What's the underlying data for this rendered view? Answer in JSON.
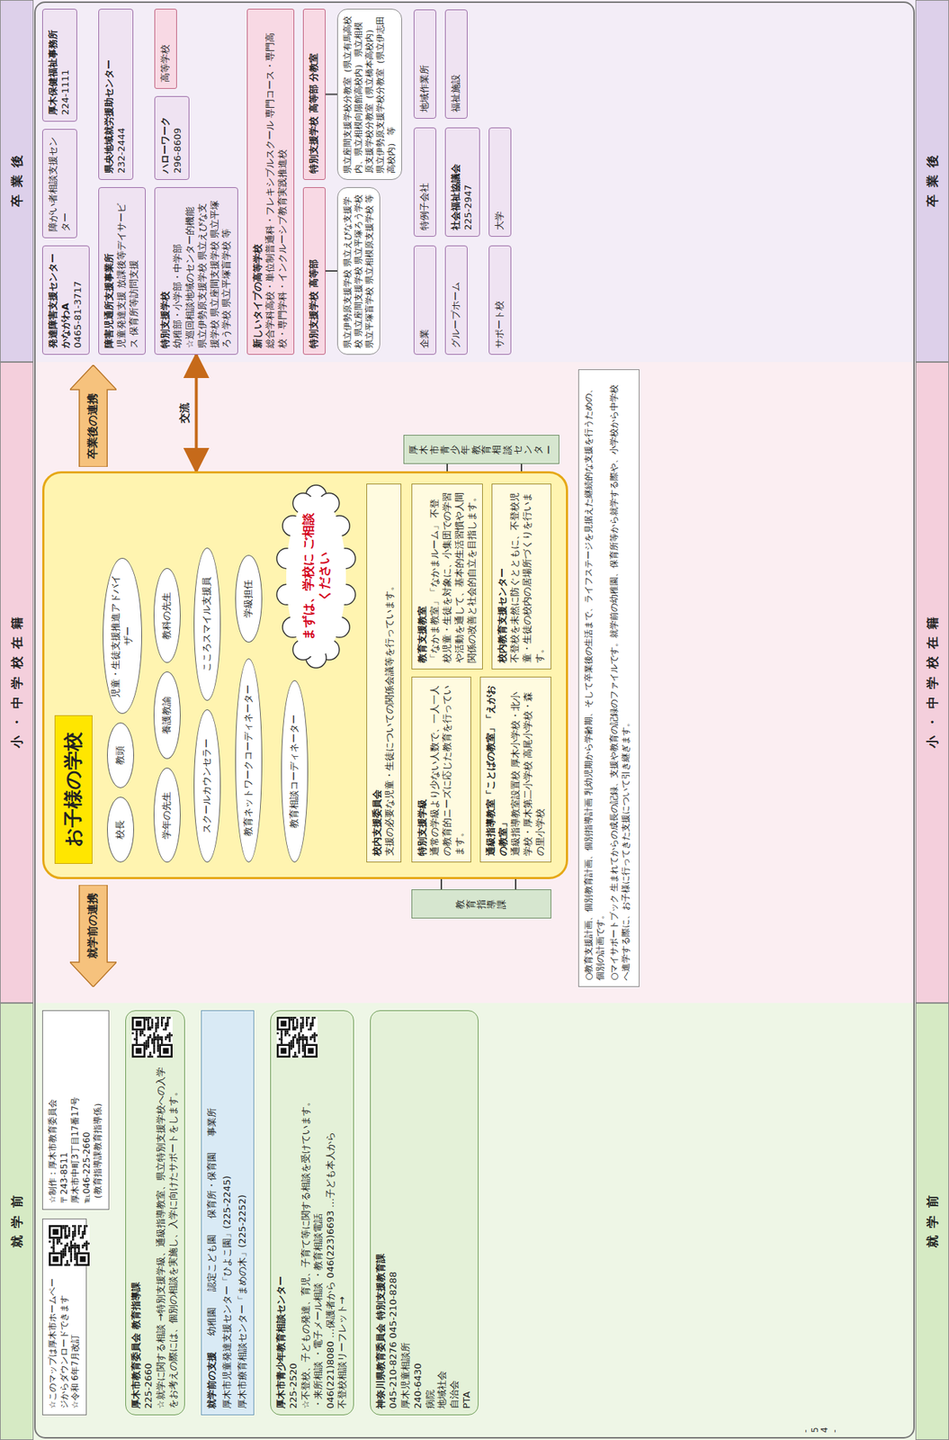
{
  "diagram": {
    "nodes": [
      {
        "text": [
          "就学前"
        ]
      },
      {
        "text": [
          "小・中学校在籍"
        ]
      },
      {
        "text": [
          "卒業後"
        ]
      },
      {
        "text": [
          "就学前"
        ]
      },
      {
        "text": [
          "小・中学校在籍"
        ]
      },
      {
        "text": [
          "卒業後"
        ]
      },
      {
        "text": [
          "発達障害支援センターかながわA",
          "0465-81-3717"
        ]
      },
      {
        "text": [
          "障がい者相談支援センター"
        ]
      },
      {
        "text": [
          "厚木保健福祉事務所",
          "224-1111"
        ]
      },
      {
        "text": [
          "特別支援学校",
          "幼稚部・小学部・中学部",
          "☆巡回相談地域のセンター的機能",
          "県立伊勢原支援学校 県立えびな支援学校 県立座間支援学校 県立平塚ろう学校 県立平塚盲学校 等"
        ]
      },
      {
        "text": [
          "障害児通所支援事業所",
          "児童発達支援 放課後等デイサービス 保育所等訪問支援"
        ]
      },
      {
        "text": [
          "新しいタイプの高等学校",
          "総合学科高校・単位制普通科・フレキシブルスクール 専門コース・専門高校・専門学科・インクルーシブ教育実践推進校"
        ]
      },
      {
        "text": [
          "高等学校"
        ]
      },
      {
        "text": [
          "県央地域就労援助センター",
          "232-2444"
        ]
      },
      {
        "text": [
          "ハローワーク",
          "296-8609"
        ]
      },
      {
        "text": [
          "特別支援学校 高等部"
        ]
      },
      {
        "text": [
          "県立伊勢原支援学校 県立えびな支援学校 県立座間支援学校 県立平塚ろう学校 県立平塚盲学校 県立相模原支援学校 等"
        ]
      },
      {
        "text": [
          "特別支援学校 高等部 分教室"
        ]
      },
      {
        "text": [
          "県立座間支援学校分教室（県立有馬高校内、県立相模向陽館高校内） 県立相模原支援学校分教室（県立橋本高校内） 県立伊勢原支援学校分教室（県立伊志田高校内） 等"
        ]
      },
      {
        "text": [
          "企業"
        ]
      },
      {
        "text": [
          "特例子会社"
        ]
      },
      {
        "text": [
          "地域作業所"
        ]
      },
      {
        "text": [
          "グループホーム"
        ]
      },
      {
        "text": [
          "社会福祉協議会",
          "225-2947"
        ]
      },
      {
        "text": [
          "福祉施設"
        ]
      },
      {
        "text": [
          "サポート校"
        ]
      },
      {
        "text": [
          "大学"
        ]
      },
      {
        "text": [
          "お子様の学校"
        ]
      },
      {
        "text": [
          "校長"
        ],
        "in": 27
      },
      {
        "text": [
          "教頭"
        ],
        "in": 27
      },
      {
        "text": [
          "児童・生徒支援推進アドバイザー"
        ],
        "in": 27
      },
      {
        "text": [
          "学年の先生"
        ],
        "in": 27
      },
      {
        "text": [
          "養護教諭"
        ],
        "in": 27
      },
      {
        "text": [
          "教科の先生"
        ],
        "in": 27
      },
      {
        "text": [
          "学級担任"
        ],
        "in": 27
      },
      {
        "text": [
          "スクールカウンセラー"
        ],
        "in": 27
      },
      {
        "text": [
          "教育ネットワークコーディネーター"
        ],
        "in": 27
      },
      {
        "text": [
          "こころスマイル支援員"
        ],
        "in": 27
      },
      {
        "text": [
          "教育相談コーディネーター"
        ],
        "in": 27
      },
      {
        "text": [
          "まずは、学校に ご相談ください"
        ],
        "in": 27
      },
      {
        "text": [
          "校内支援委員会",
          "支援の必要な児童・生徒についての関係会議等を行っています。"
        ],
        "in": 27
      },
      {
        "text": [
          "特別支援学級",
          "通常の学級より少ない人数で、一人一人の教育的ニーズに応じた教育を行っています。"
        ],
        "in": 27
      },
      {
        "text": [
          "通級指導教室「ことばの教室」「えがおの教室」",
          "通級指導教室設置校 厚木小学校・北小学校・厚木第二小学校 高尾小学校・森の里小学校"
        ],
        "in": 27
      },
      {
        "text": [
          "教育支援教室",
          "「なかま教室」「なかまルーム」 不登校児童・生徒を対象に、小集団での学習や活動を通して、基本的生活習慣や人間関係の改善と社会的自立を目指します。"
        ],
        "in": 27
      },
      {
        "text": [
          "校内教育支援センター",
          "不登校を未然に防ぐとともに、不登校児童・生徒の校内の居場所づくりを行います。"
        ],
        "in": 27
      },
      {
        "text": [
          "○教育支援計画、個別教育計画、個別指導計画 乳幼児期から学齢期、そして卒業後の生活まで、ライフステージを見据えた継続的な支援を行うための、個別の計画です。",
          "○マイサポートブック 生まれてからの成長の記録、支援や教育の記録のファイルです。就学前の幼稚園、保育所等から就学する際や、小学校から中学校へ進学する際に、お子様に行ってきた支援について引き継ぎます。"
        ]
      },
      {
        "text": [
          "教育指導課"
        ]
      },
      {
        "text": [
          "厚木市青少年教育相談センター"
        ]
      },
      {
        "text": [
          "卒業後の連携"
        ]
      },
      {
        "text": [
          "就学前の連携"
        ]
      },
      {
        "text": [
          "就学前の支援",
          "幼稚園",
          "認定こども園",
          "保育所・保育園",
          "事業所",
          "厚木市児童発達支援センター「ひよこ園」(225-2245)",
          "厚木市療育相談センター「まめの木」(225-2252)"
        ]
      },
      {
        "text": [
          "厚木市教育委員会 教育指導課",
          "225-2660",
          "☆就学に関する相談 →特別支援学級、通級指導教室、県立特別支援学校への入学をお考えの際には、個別の相談を実施し、入学に向けたサポートをします。"
        ]
      },
      {
        "text": [
          "厚木市青少年教育相談センター",
          "225-2520",
          "☆不登校、子どもの発達、育児、子育て等に関する相談を受けています。",
          "・来所相談 ・電子メール相談 ・教育相談電話",
          "046(221)8080 …保護者から 046(223)6693 …子ども本人から",
          "不登校相談リーフレット→"
        ]
      },
      {
        "text": [
          "神奈川県教育委員会 特別支援教育課",
          "045-210-8276 045-210-8288",
          "厚木児童相談所",
          "240-6430",
          "病院",
          "地域社会",
          "自治会",
          "PTA"
        ]
      },
      {
        "text": [
          "☆このマップは厚木市ホームページからダウンロードできます",
          "☆令和 6年7月改訂"
        ]
      },
      {
        "text": [
          "☆制作：厚木市教育委員会",
          "〒243-8511",
          "厚木市中町3丁目17番17号",
          "℡046-225-2660",
          "（教育指導課教育指導係）"
        ]
      }
    ],
    "edges": [
      {
        "from": 27,
        "to": 9,
        "label": "交流",
        "arrow": "both"
      },
      {
        "from": 46,
        "to": 41,
        "arrow": "none"
      },
      {
        "from": 46,
        "to": 42,
        "arrow": "none"
      },
      {
        "from": 47,
        "to": 43,
        "arrow": "none"
      },
      {
        "from": 47,
        "to": 44,
        "arrow": "none"
      },
      {
        "from": 15,
        "to": 16,
        "arrow": "none"
      },
      {
        "from": 17,
        "to": 18,
        "arrow": "none"
      },
      {
        "from": 34,
        "to": 39,
        "arrow": "none"
      },
      {
        "from": 38,
        "to": 39,
        "arrow": "none"
      },
      {
        "from": 39,
        "to": 40,
        "arrow": "none"
      }
    ],
    "labels": [
      "- 54 -"
    ]
  }
}
